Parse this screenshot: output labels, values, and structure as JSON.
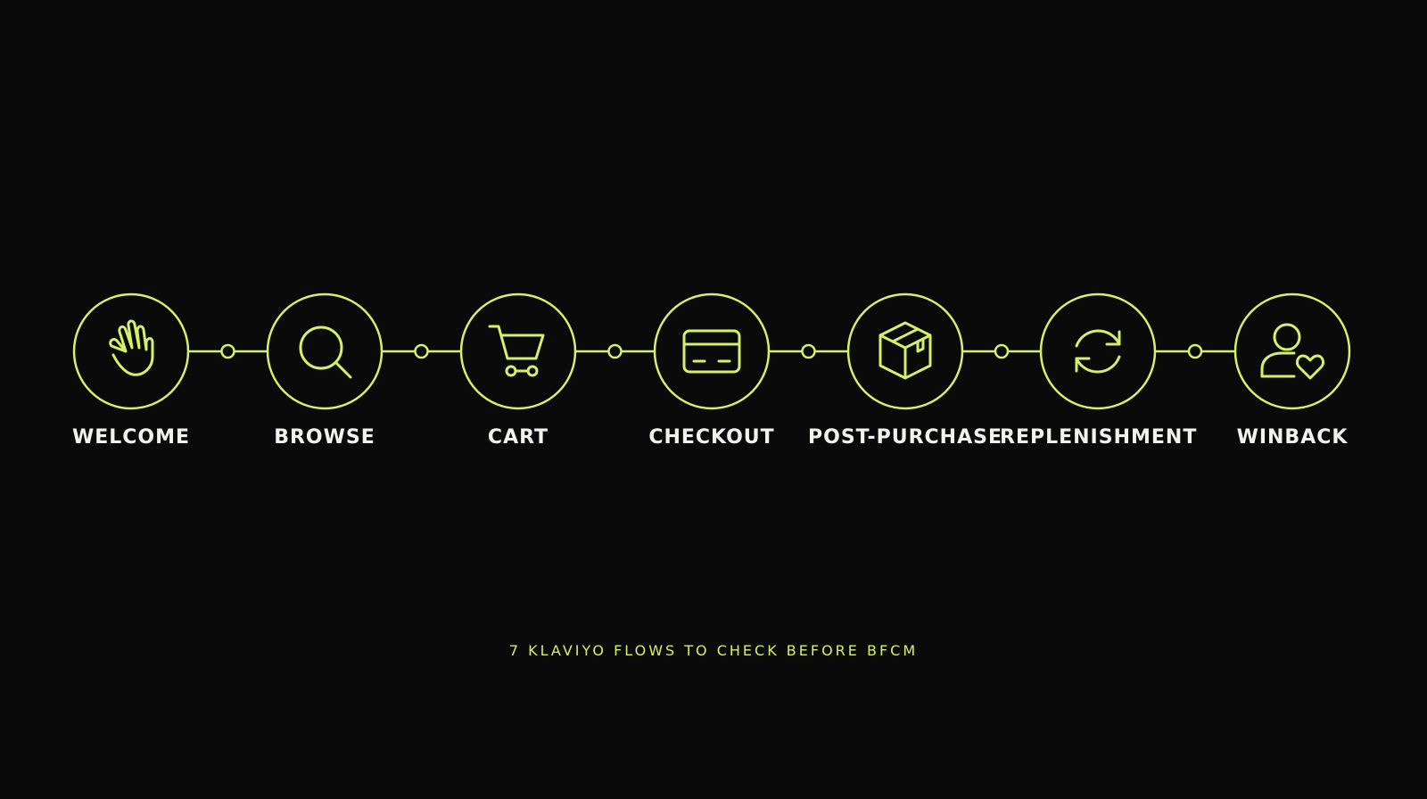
{
  "diagram": {
    "accent_color": "#d7f06a",
    "background_color": "#0a0a0a",
    "label_color": "#f2f2ee",
    "steps": [
      {
        "label": "WELCOME",
        "icon": "waving-hand-icon"
      },
      {
        "label": "BROWSE",
        "icon": "search-icon"
      },
      {
        "label": "CART",
        "icon": "shopping-cart-icon"
      },
      {
        "label": "CHECKOUT",
        "icon": "credit-card-icon"
      },
      {
        "label": "POST-PURCHASE",
        "icon": "package-box-icon"
      },
      {
        "label": "REPLENISHMENT",
        "icon": "refresh-icon"
      },
      {
        "label": "WINBACK",
        "icon": "user-heart-icon"
      }
    ],
    "caption": "7 KLAVIYO FLOWS TO CHECK BEFORE BFCM"
  }
}
